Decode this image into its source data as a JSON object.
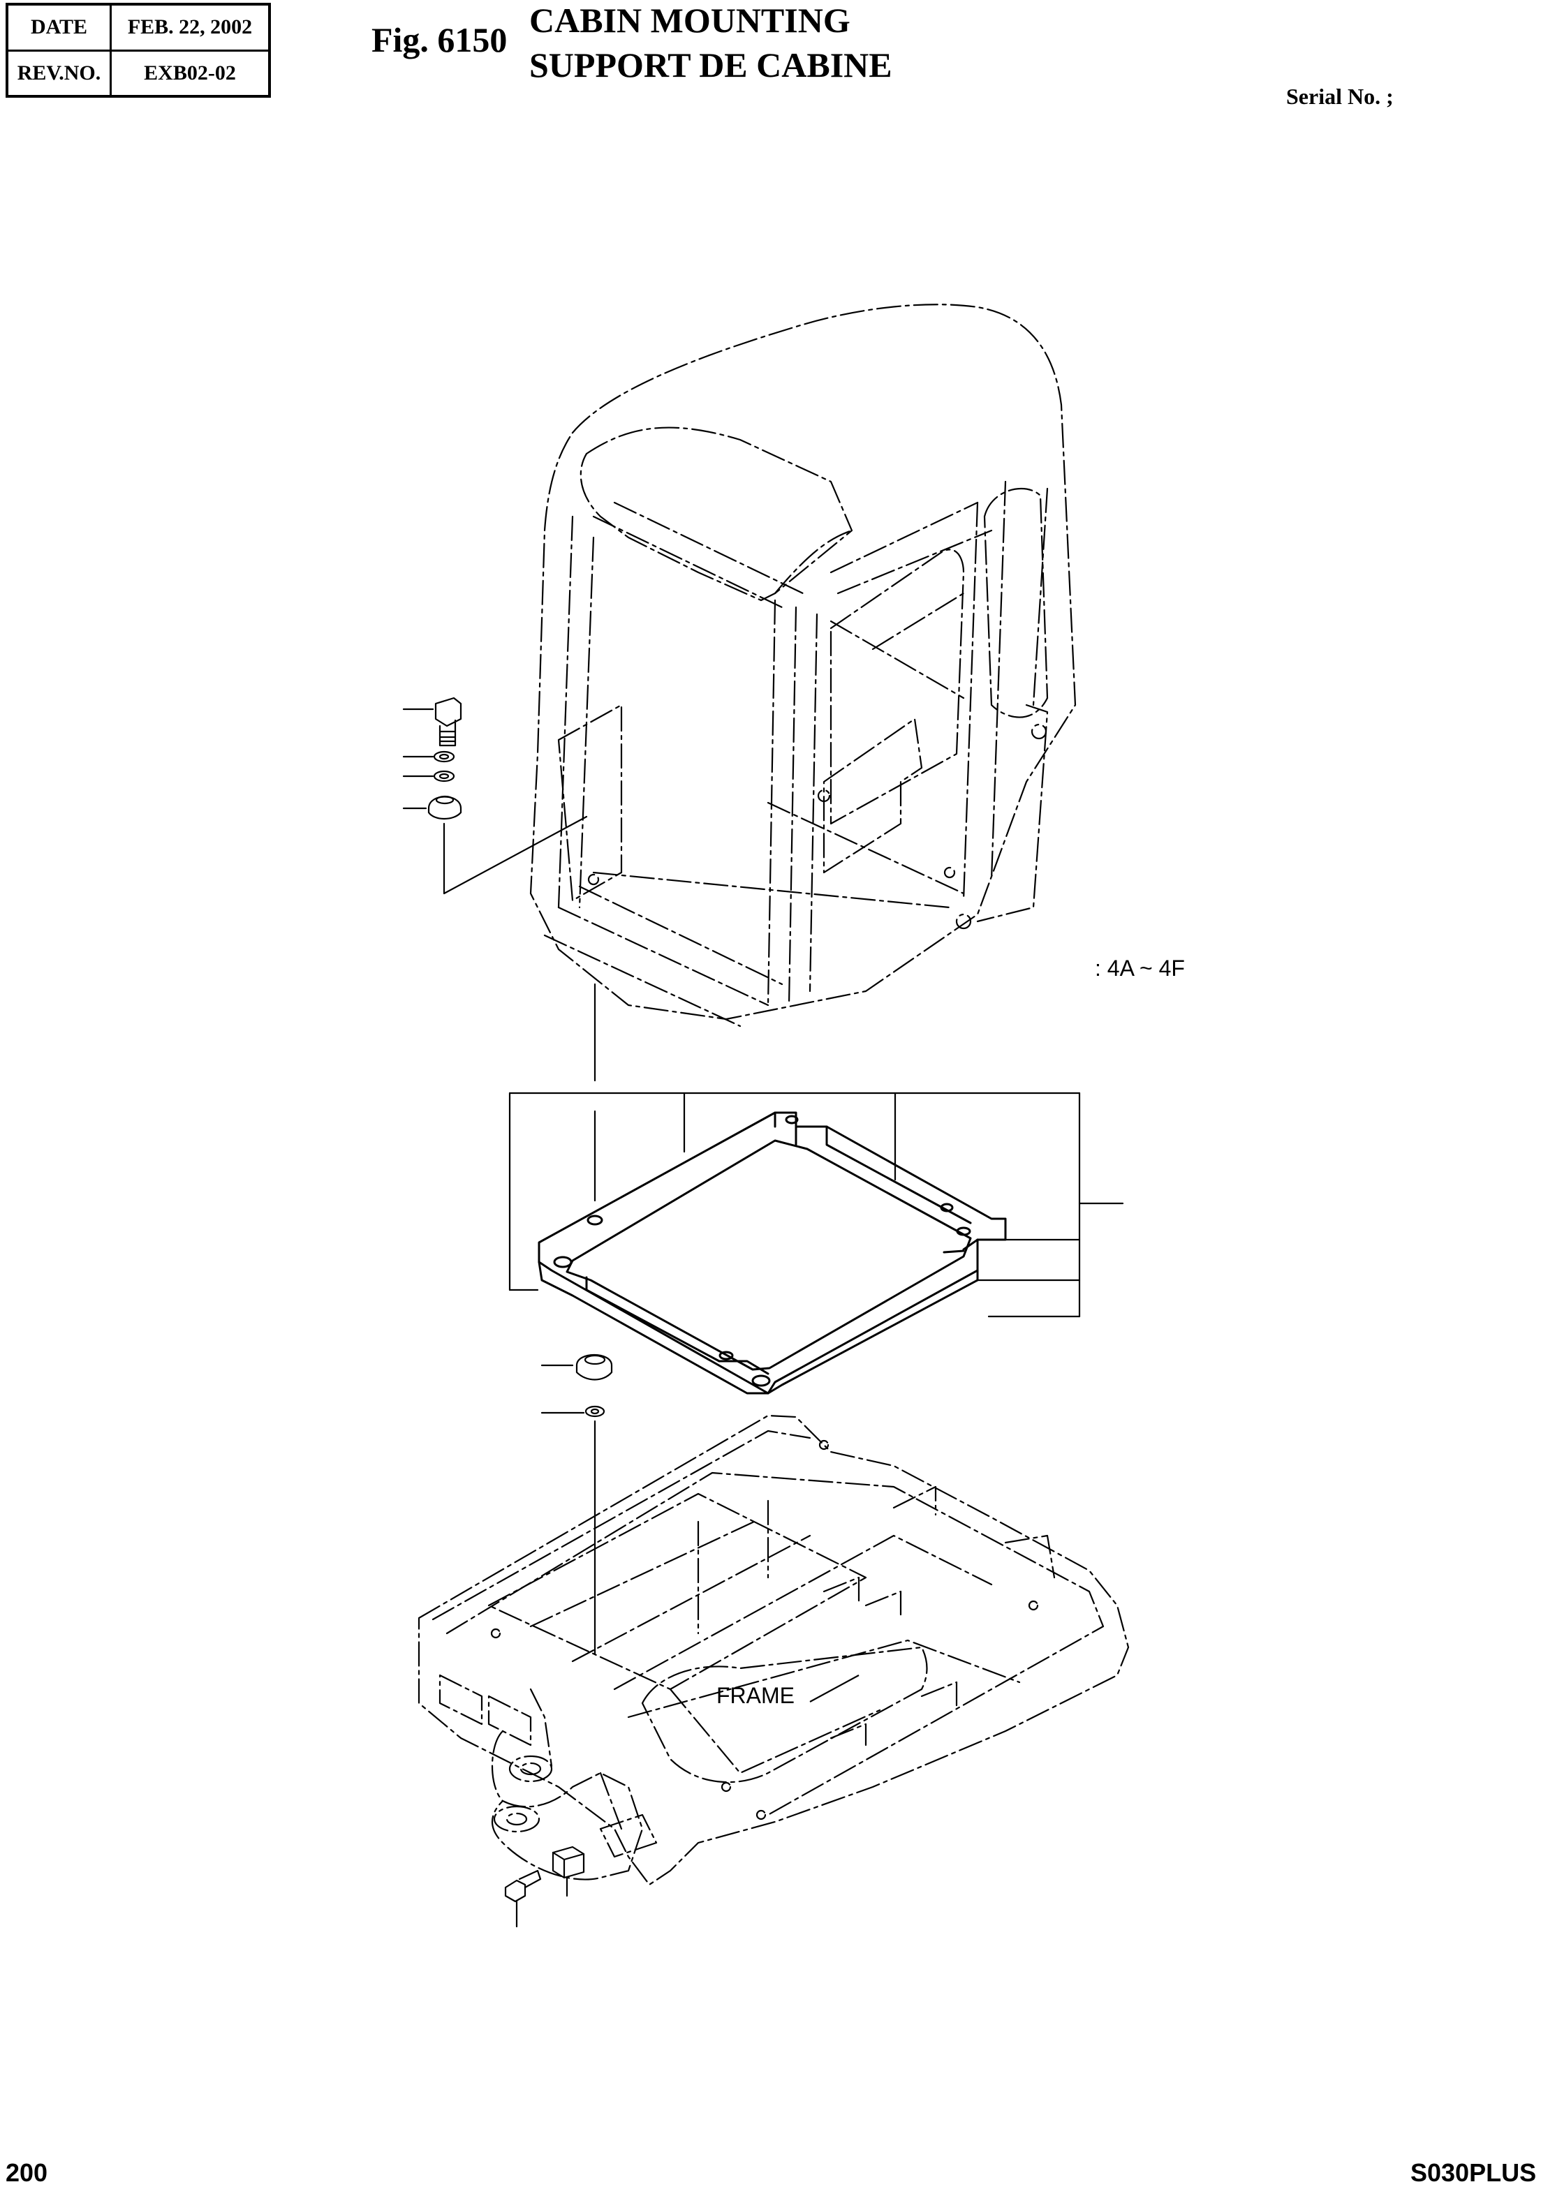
{
  "header": {
    "date_label": "DATE",
    "date_value": "FEB. 22, 2002",
    "rev_label": "REV.NO.",
    "rev_value": "EXB02-02"
  },
  "figure": {
    "number": "Fig. 6150",
    "title_en": "CABIN MOUNTING",
    "title_fr": "SUPPORT DE CABINE",
    "serial": "Serial No. ;"
  },
  "diagram": {
    "callout_range": ": 4A ~ 4F",
    "frame_label": "FRAME"
  },
  "footer": {
    "page": "200",
    "model": "S030PLUS"
  }
}
